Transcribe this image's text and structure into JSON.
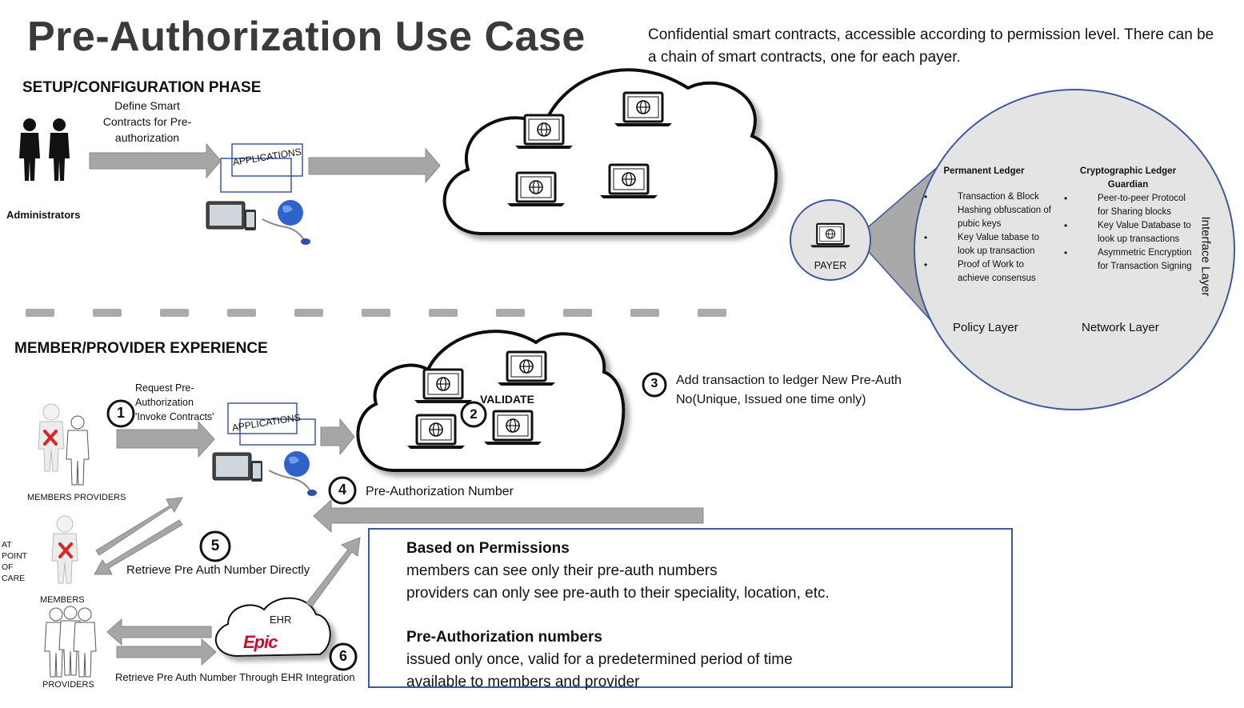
{
  "title": "Pre-Authorization Use Case",
  "subtitle": "Confidential smart contracts, accessible according to permission level. There can be a chain of smart contracts, one for each payer.",
  "setup": {
    "heading": "SETUP/CONFIGURATION PHASE",
    "define_text": "Define Smart Contracts for Pre-authorization",
    "admins_label": "Administrators",
    "applications_label": "APPLICATIONS"
  },
  "member": {
    "heading": "MEMBER/PROVIDER EXPERIENCE",
    "request_text": "Request Pre-Authorization 'Invoke Contracts'",
    "members_providers_label": "MEMBERS PROVIDERS",
    "at_point_of_care": "AT POINT OF CARE",
    "members_label": "MEMBERS",
    "providers_label": "PROVIDERS",
    "applications_label": "APPLICATIONS",
    "validate_label": "VALIDATE",
    "ehr_label": "EHR",
    "epic_label": "Epic"
  },
  "steps": {
    "s1": "1",
    "s2": "2",
    "s3": "3",
    "s4": "4",
    "s5": "5",
    "s6": "6",
    "s3_text": "Add transaction to ledger New Pre-Auth No(Unique, Issued one time only)",
    "s4_text": "Pre-Authorization Number",
    "s5_text": "Retrieve Pre Auth Number Directly",
    "s6_text": "Retrieve Pre Auth Number Through EHR Integration"
  },
  "payer": {
    "label": "PAYER",
    "permanent_ledger": {
      "heading": "Permanent Ledger",
      "items": [
        "Transaction & Block Hashing obfuscation of pubic keys",
        "Key Value tabase to look up transaction",
        "Proof of Work to achieve consensus"
      ]
    },
    "crypto_ledger": {
      "heading": "Cryptographic Ledger Guardian",
      "items": [
        "Peer-to-peer Protocol for Sharing blocks",
        "Key Value Database to look up transactions",
        "Asymmetric Encryption for Transaction Signing"
      ]
    },
    "policy_layer": "Policy Layer",
    "network_layer": "Network Layer",
    "interface_layer": "Interface Layer"
  },
  "permissions": {
    "heading1": "Based on Permissions",
    "line1": "members can see only their pre-auth  numbers",
    "line2": "providers can only see pre-auth to their speciality, location, etc.",
    "heading2": "Pre-Authorization numbers",
    "line3": "issued only once, valid for a predetermined period of time",
    "line4": "available to members and provider"
  },
  "colors": {
    "arrow": "#a6a6a6",
    "arrow_stroke": "#888888",
    "circle_fill": "#e4e4e4",
    "box_border": "#3f5a9a",
    "title": "#3a3a3a",
    "app_border": "#3f5a9a"
  }
}
